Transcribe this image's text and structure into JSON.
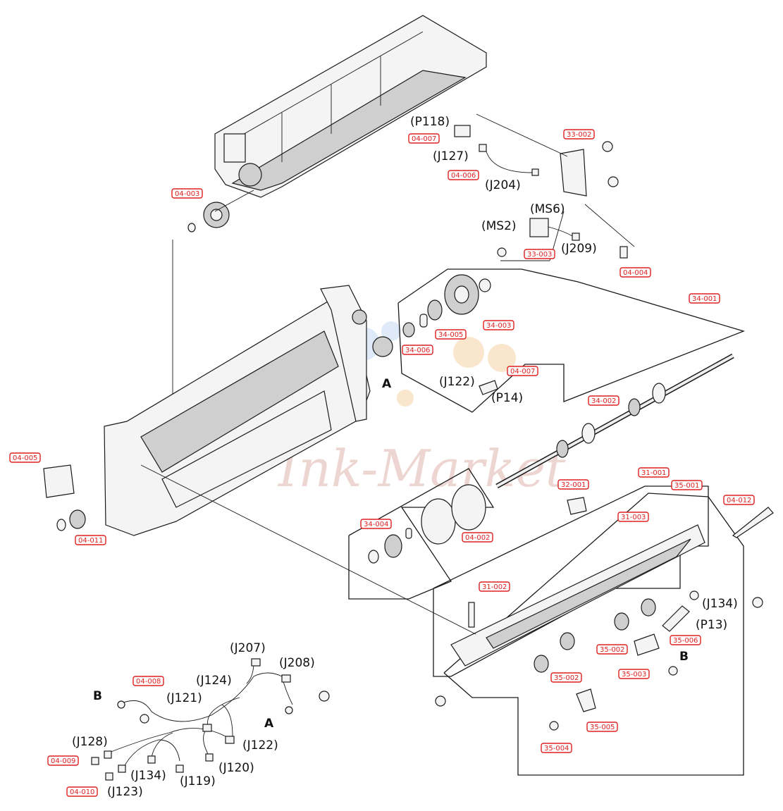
{
  "watermark": "Ink-Market",
  "colors": {
    "tag_border": "#e02020",
    "tag_text": "#e02020",
    "line": "#1a1a1a"
  },
  "connectors": {
    "p118": "(P118)",
    "j127": "(J127)",
    "j204": "(J204)",
    "ms6": "(MS6)",
    "ms2": "(MS2)",
    "j209": "(J209)",
    "j122_upper": "(J122)",
    "p14": "(P14)",
    "j134_right": "(J134)",
    "p13": "(P13)",
    "j207": "(J207)",
    "j208": "(J208)",
    "j124": "(J124)",
    "j121": "(J121)",
    "j128": "(J128)",
    "j122_lower": "(J122)",
    "j120": "(J120)",
    "j134_lower": "(J134)",
    "j119": "(J119)",
    "j123": "(J123)"
  },
  "letters": {
    "a_upper": "A",
    "a_lower": "A",
    "b_right": "B",
    "b_left": "B"
  },
  "parts": {
    "t04_007a": "04-007",
    "t04_006": "04-006",
    "t33_002": "33-002",
    "t04_003": "04-003",
    "t33_003": "33-003",
    "t04_004": "04-004",
    "t34_001": "34-001",
    "t34_003": "34-003",
    "t34_005": "34-005",
    "t34_006": "34-006",
    "t04_007b": "04-007",
    "t34_002": "34-002",
    "t04_005": "04-005",
    "t04_011": "04-011",
    "t34_004": "34-004",
    "t04_002": "04-002",
    "t32_001": "32-001",
    "t31_001": "31-001",
    "t35_001": "35-001",
    "t04_012": "04-012",
    "t31_003": "31-003",
    "t31_002": "31-002",
    "t35_002a": "35-002",
    "t35_006": "35-006",
    "t35_003": "35-003",
    "t35_002b": "35-002",
    "t35_005": "35-005",
    "t35_004": "35-004",
    "t04_008": "04-008",
    "t04_009": "04-009",
    "t04_010": "04-010"
  }
}
